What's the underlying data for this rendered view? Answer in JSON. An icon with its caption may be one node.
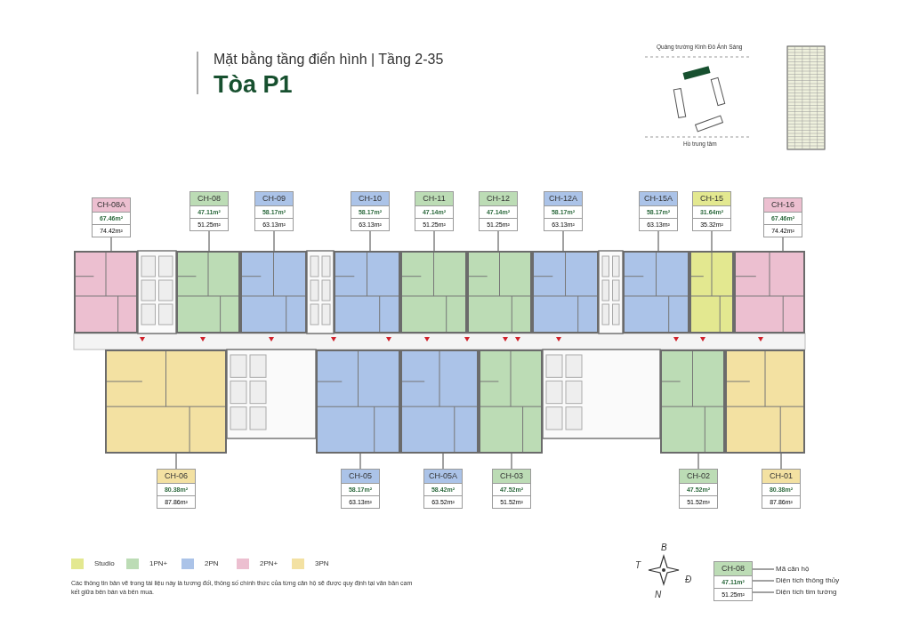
{
  "diagram": {
    "title": "Tòa P1",
    "nodes": [
      {
        "text": [
          "CH-08A",
          "67.46m²",
          "74.42m²"
        ]
      },
      {
        "text": [
          "CH-08",
          "47.11m²",
          "51.25m²"
        ]
      },
      {
        "text": [
          "CH-09",
          "58.17m²",
          "63.13m²"
        ]
      },
      {
        "text": [
          "CH-10",
          "58.17m²",
          "63.13m²"
        ]
      },
      {
        "text": [
          "CH-11",
          "47.14m²",
          "51.25m²"
        ]
      },
      {
        "text": [
          "CH-12",
          "47.14m²",
          "51.25m²"
        ]
      },
      {
        "text": [
          "CH-12A",
          "58.17m²",
          "63.13m²"
        ]
      },
      {
        "text": [
          "CH-15A",
          "58.17m²",
          "63.13m²"
        ]
      },
      {
        "text": [
          "CH-15",
          "31.64m²",
          "35.32m²"
        ]
      },
      {
        "text": [
          "CH-16",
          "67.46m²",
          "74.42m²"
        ]
      },
      {
        "text": [],
        "shape": "box"
      },
      {
        "text": [],
        "shape": "box"
      },
      {
        "text": [],
        "shape": "box"
      },
      {
        "text": [],
        "shape": "box"
      },
      {
        "text": [],
        "shape": "box"
      },
      {
        "text": [],
        "shape": "box"
      },
      {
        "text": [],
        "shape": "box"
      },
      {
        "text": [],
        "shape": "box"
      },
      {
        "text": [],
        "shape": "box"
      },
      {
        "text": [],
        "shape": "box"
      },
      {
        "text": [],
        "shape": "box"
      },
      {
        "text": [],
        "shape": "box"
      },
      {
        "text": [],
        "shape": "box"
      },
      {
        "text": [],
        "shape": "box"
      },
      {
        "text": [],
        "shape": "box"
      },
      {
        "text": [],
        "shape": "box"
      },
      {
        "text": [
          "CH-06",
          "80.38m²",
          "87.86m²"
        ]
      },
      {
        "text": [
          "CH-05",
          "58.17m²",
          "63.13m²"
        ]
      },
      {
        "text": [
          "CH-05A",
          "58.42m²",
          "63.52m²"
        ]
      },
      {
        "text": [
          "CH-03",
          "47.52m²",
          "51.52m²"
        ]
      },
      {
        "text": [
          "CH-02",
          "47.52m²",
          "51.52m²"
        ]
      },
      {
        "text": [
          "CH-01",
          "80.38m²",
          "87.86m²"
        ]
      },
      {
        "text": [
          "CH-08",
          "47.11m²",
          "51.25m²"
        ]
      },
      {
        "text": [
          "Mã căn hộ"
        ]
      },
      {
        "text": [
          "Diện tích thông thủy"
        ]
      },
      {
        "text": [
          "Diện tích tim tường"
        ]
      }
    ],
    "edges": [
      {
        "from": 0,
        "to": 10,
        "arrow": "none"
      },
      {
        "from": 1,
        "to": 11,
        "arrow": "none"
      },
      {
        "from": 2,
        "to": 12,
        "arrow": "none"
      },
      {
        "from": 3,
        "to": 13,
        "arrow": "none"
      },
      {
        "from": 4,
        "to": 14,
        "arrow": "none"
      },
      {
        "from": 5,
        "to": 15,
        "arrow": "none"
      },
      {
        "from": 6,
        "to": 16,
        "arrow": "none"
      },
      {
        "from": 7,
        "to": 17,
        "arrow": "none"
      },
      {
        "from": 8,
        "to": 18,
        "arrow": "none"
      },
      {
        "from": 9,
        "to": 19,
        "arrow": "none"
      },
      {
        "from": 26,
        "to": 20,
        "arrow": "none"
      },
      {
        "from": 27,
        "to": 21,
        "arrow": "none"
      },
      {
        "from": 28,
        "to": 22,
        "arrow": "none"
      },
      {
        "from": 29,
        "to": 23,
        "arrow": "none"
      },
      {
        "from": 30,
        "to": 24,
        "arrow": "none"
      },
      {
        "from": 31,
        "to": 25,
        "arrow": "none"
      },
      {
        "from": 33,
        "to": 32,
        "arrow": "none"
      },
      {
        "from": 34,
        "to": 32,
        "arrow": "none"
      },
      {
        "from": 35,
        "to": 32,
        "arrow": "none"
      }
    ],
    "labels": [
      "Mặt bằng tầng điển hình | Tầng 2-35",
      "Quảng trường Kinh Đô Ánh Sáng",
      "Hồ trung tâm",
      "Các thông tin bản vẽ trong tài liệu này là tương đối, thông số chính thức của từng căn hộ sẽ được quy định tại văn bản cam kết giữa bên bán và bên mua.",
      "B",
      "T",
      "Đ",
      "N"
    ],
    "legend": [
      {
        "text": "Studio",
        "color": "#e3e890"
      },
      {
        "text": "1PN+",
        "color": "#bcdcb5"
      },
      {
        "text": "2PN",
        "color": "#abc3e8"
      },
      {
        "text": "2PN+",
        "color": "#ecbfd0"
      },
      {
        "text": "3PN",
        "color": "#f3e1a2"
      }
    ]
  }
}
